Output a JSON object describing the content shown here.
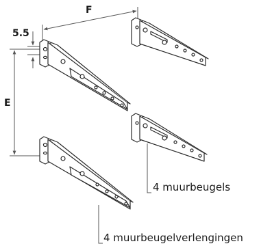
{
  "dimensions": {
    "f_label": "F",
    "e_label": "E",
    "gap_label": "5.5"
  },
  "callouts": {
    "wall_brackets": "4 muurbeugels",
    "bracket_extensions": "4 muurbeugelverlengingen"
  },
  "colors": {
    "line": "#2a2a2a",
    "fill": "#ffffff",
    "dimension": "#555555"
  }
}
